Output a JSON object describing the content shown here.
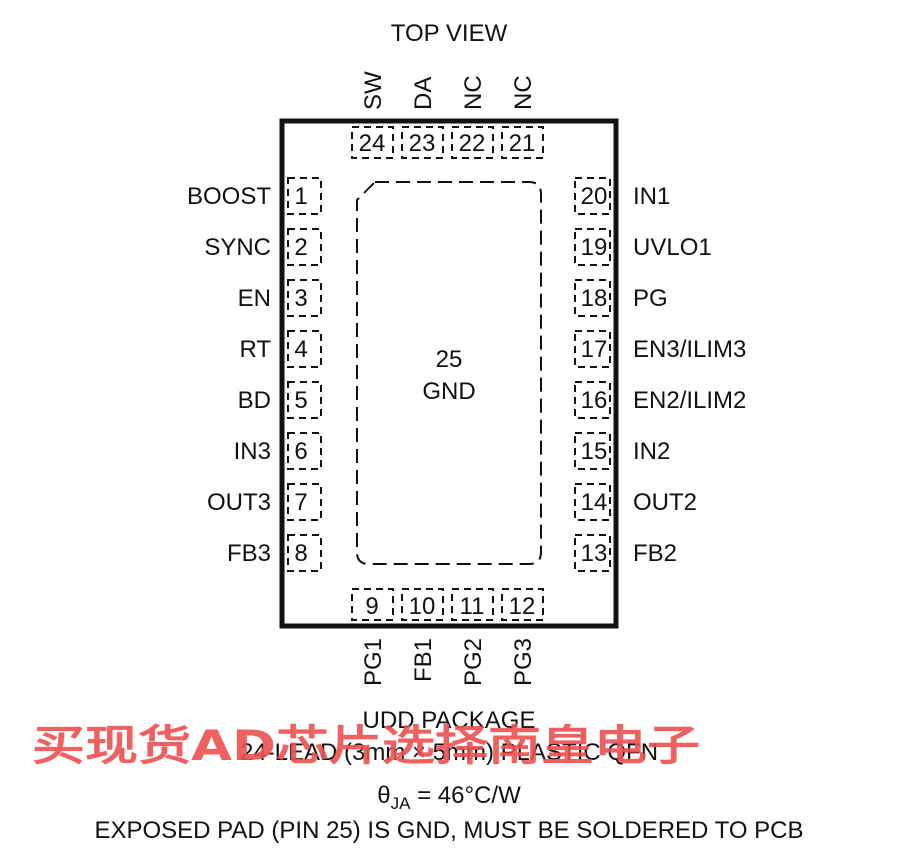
{
  "view_title": "TOP VIEW",
  "pins_left": [
    {
      "num": "1",
      "name": "BOOST"
    },
    {
      "num": "2",
      "name": "SYNC"
    },
    {
      "num": "3",
      "name": "EN"
    },
    {
      "num": "4",
      "name": "RT"
    },
    {
      "num": "5",
      "name": "BD"
    },
    {
      "num": "6",
      "name": "IN3"
    },
    {
      "num": "7",
      "name": "OUT3"
    },
    {
      "num": "8",
      "name": "FB3"
    }
  ],
  "pins_right": [
    {
      "num": "20",
      "name": "IN1"
    },
    {
      "num": "19",
      "name": "UVLO1"
    },
    {
      "num": "18",
      "name": "PG"
    },
    {
      "num": "17",
      "name": "EN3/ILIM3"
    },
    {
      "num": "16",
      "name": "EN2/ILIM2"
    },
    {
      "num": "15",
      "name": "IN2"
    },
    {
      "num": "14",
      "name": "OUT2"
    },
    {
      "num": "13",
      "name": "FB2"
    }
  ],
  "pins_top": [
    {
      "num": "24",
      "name": "SW"
    },
    {
      "num": "23",
      "name": "DA"
    },
    {
      "num": "22",
      "name": "NC"
    },
    {
      "num": "21",
      "name": "NC"
    }
  ],
  "pins_bottom": [
    {
      "num": "9",
      "name": "PG1"
    },
    {
      "num": "10",
      "name": "FB1"
    },
    {
      "num": "11",
      "name": "PG2"
    },
    {
      "num": "12",
      "name": "PG3"
    }
  ],
  "exposed_pad": {
    "num": "25",
    "name": "GND"
  },
  "package": {
    "line1": "UDD PACKAGE",
    "line2": "24-LEAD (3mm × 5mm) PLASTIC QFN",
    "theta_symbol": "θ",
    "theta_sub": "JA",
    "theta_value": " = 46°C/W",
    "note": "EXPOSED PAD (PIN 25) IS GND, MUST BE SOLDERED TO PCB"
  },
  "watermark": "买现货AD芯片选择南皇电子"
}
